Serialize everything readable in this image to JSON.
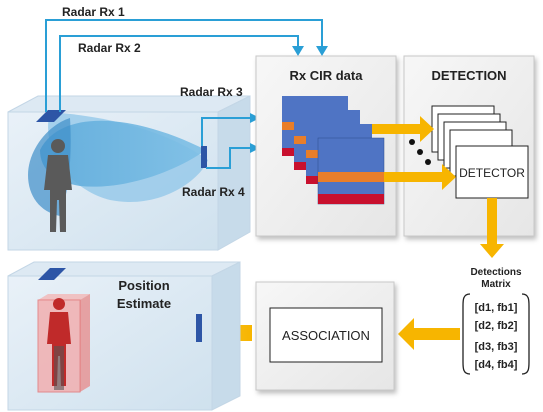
{
  "radar_rx_labels": [
    "Radar Rx 1",
    "Radar Rx 2",
    "Radar Rx 3",
    "Radar Rx 4"
  ],
  "rx_cir_panel": {
    "title": "Rx CIR data"
  },
  "detection_panel": {
    "title": "DETECTION",
    "detector_label": "DETECTOR"
  },
  "detections_matrix": {
    "title_line1": "Detections",
    "title_line2": "Matrix",
    "rows": [
      "[d1, fb1]",
      "[d2, fb2]",
      "[d3, fb3]",
      "[d4, fb4]"
    ]
  },
  "association_panel": {
    "label": "ASSOCIATION"
  },
  "position_estimate": {
    "line1": "Position",
    "line2": "Estimate"
  },
  "colors": {
    "link_blue": "#2a9fd6",
    "arrow_orange": "#f7b500",
    "cir_blue": "#4f74c4",
    "cir_orange": "#e97e2a",
    "cir_red": "#c8102e",
    "panel_fill": "#f2f2f2",
    "panel_stroke": "#c8c8c8"
  }
}
